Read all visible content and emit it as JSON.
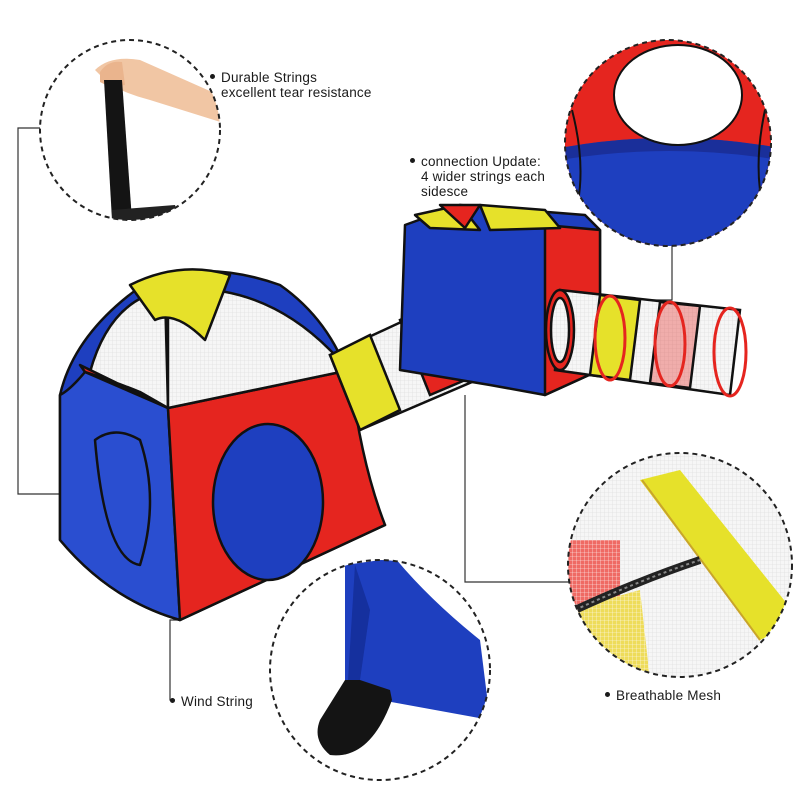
{
  "callouts": {
    "strings": {
      "line1": "Durable Strings",
      "line2": "excellent tear resistance"
    },
    "connection": {
      "line1": "connection Update:",
      "line2": "4 wider strings each",
      "line3": "sidesce"
    },
    "wind": {
      "line1": "Wind String"
    },
    "mesh": {
      "line1": "Breathable Mesh"
    }
  },
  "colors": {
    "red": "#e5251f",
    "blue": "#1e3fbf",
    "yellow": "#e6e12a",
    "mesh": "#f4f4f4",
    "outline": "#111111"
  }
}
